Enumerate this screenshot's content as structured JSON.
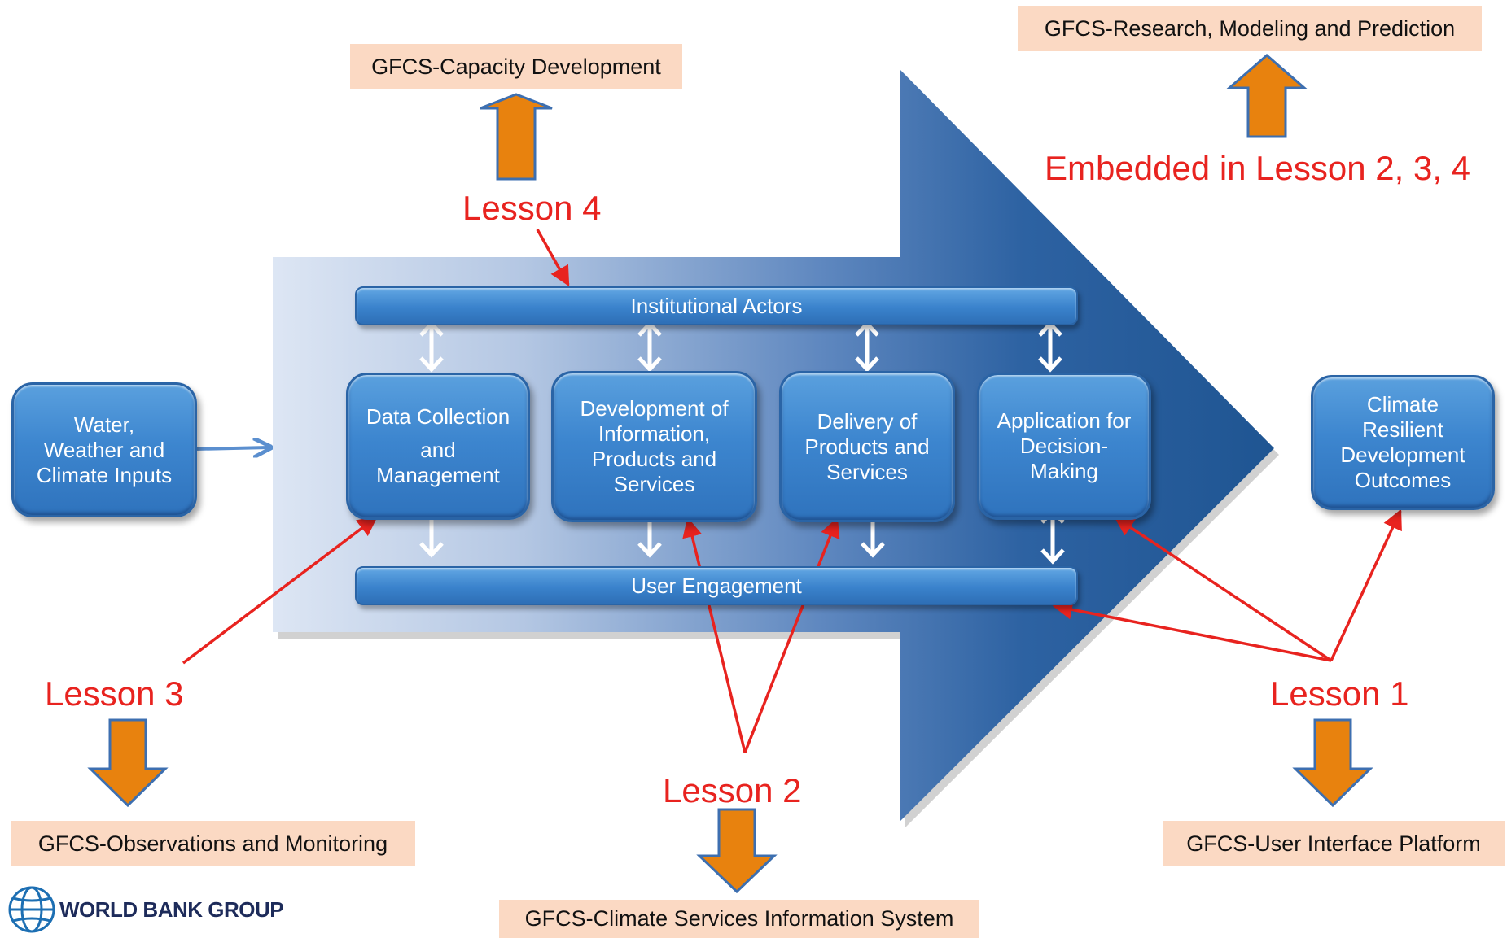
{
  "gfcs": {
    "capacity": "GFCS-Capacity Development",
    "research": "GFCS-Research, Modeling and Prediction",
    "observations": "GFCS-Observations and Monitoring",
    "csis": "GFCS-Climate Services Information System",
    "uip": "GFCS-User Interface Platform"
  },
  "lessons": {
    "lesson1": "Lesson 1",
    "lesson2": "Lesson 2",
    "lesson3": "Lesson 3",
    "lesson4": "Lesson 4",
    "embedded": "Embedded in Lesson 2, 3, 4"
  },
  "bars": {
    "institutional": "Institutional Actors",
    "user": "User Engagement"
  },
  "nodes": {
    "inputs": [
      "Water,",
      "Weather and",
      "Climate Inputs"
    ],
    "data": [
      "Data Collection",
      "and",
      "Management"
    ],
    "development": [
      "Development of",
      "Information,",
      "Products and",
      "Services"
    ],
    "delivery": [
      "Delivery of",
      "Products and",
      "Services"
    ],
    "application": [
      "Application for",
      "Decision-",
      "Making"
    ],
    "outcomes": [
      "Climate",
      "Resilient",
      "Development",
      "Outcomes"
    ]
  },
  "logo": {
    "text": "WORLD BANK GROUP"
  },
  "colors": {
    "lesson_red": "#e8231f",
    "gfcs_fill": "#fbd9c3",
    "arrow_orange": "#e8820e",
    "arrow_blue_outline": "#3d6fb0",
    "big_arrow": "#1f5d9c"
  }
}
